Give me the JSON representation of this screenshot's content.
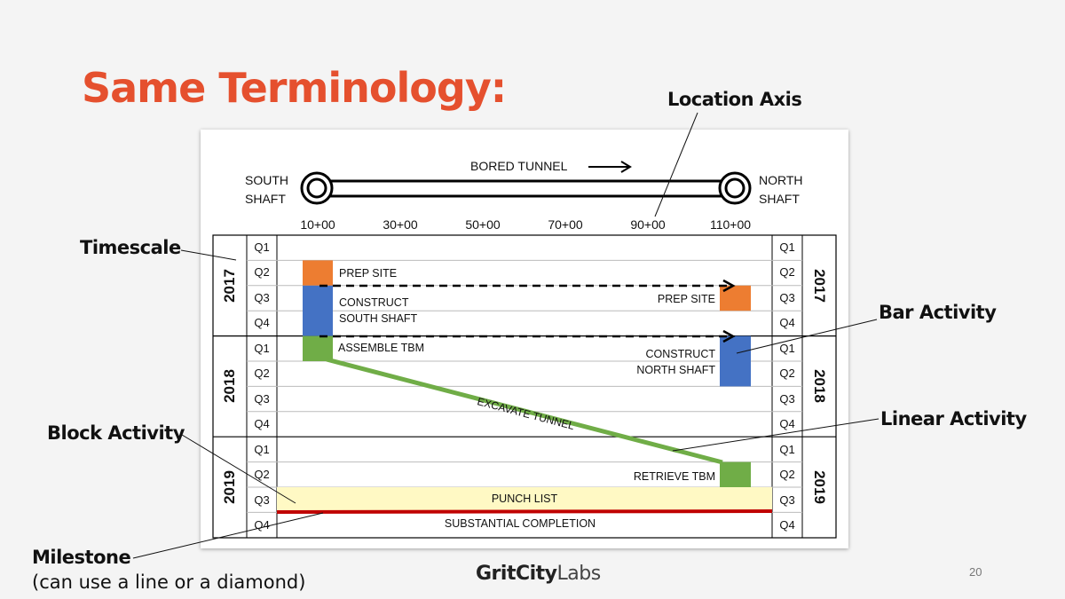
{
  "slide": {
    "title": "Same Terminology:",
    "page_number": "20",
    "logo": {
      "bold": "GritCity",
      "light": "Labs"
    }
  },
  "callouts": {
    "location_axis": "Location Axis",
    "timescale": "Timescale",
    "bar_activity": "Bar Activity",
    "linear_activity": "Linear Activity",
    "block_activity": "Block Activity",
    "milestone": "Milestone",
    "milestone_note": "(can use a line or a diamond)"
  },
  "diagram": {
    "south_shaft": [
      "SOUTH",
      "SHAFT"
    ],
    "north_shaft": [
      "NORTH",
      "SHAFT"
    ],
    "tunnel_label": "BORED TUNNEL",
    "location_ticks": [
      "10+00",
      "30+00",
      "50+00",
      "70+00",
      "90+00",
      "110+00"
    ],
    "years": [
      "2017",
      "2018",
      "2019"
    ],
    "quarters": [
      "Q1",
      "Q2",
      "Q3",
      "Q4"
    ],
    "activities": {
      "prep_site_south": "PREP SITE",
      "construct_south": [
        "CONSTRUCT",
        "SOUTH SHAFT"
      ],
      "assemble_tbm": "ASSEMBLE TBM",
      "prep_site_north": "PREP SITE",
      "construct_north": [
        "CONSTRUCT",
        "NORTH SHAFT"
      ],
      "excavate_tunnel": "EXCAVATE TUNNEL",
      "retrieve_tbm": "RETRIEVE TBM",
      "punch_list": "PUNCH LIST",
      "substantial_completion": "SUBSTANTIAL COMPLETION"
    },
    "colors": {
      "prep": "#ed7d31",
      "construct": "#4472c4",
      "tbm": "#70ad47",
      "punch_list": "#fff9c4",
      "milestone": "#c00000",
      "title": "#e5502e"
    }
  }
}
